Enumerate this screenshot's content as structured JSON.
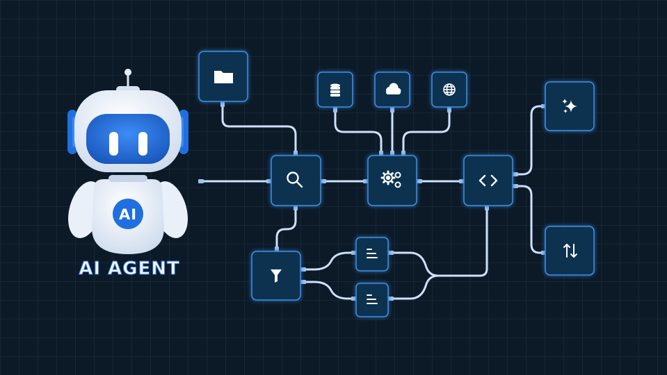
{
  "robot": {
    "badge_text": "AI",
    "caption": "AI AGENT"
  },
  "nodes": [
    {
      "id": "folder",
      "icon": "folder-icon"
    },
    {
      "id": "database",
      "icon": "database-icon"
    },
    {
      "id": "cloud",
      "icon": "cloud-icon"
    },
    {
      "id": "globe",
      "icon": "globe-icon"
    },
    {
      "id": "sparkle",
      "icon": "sparkle-icon"
    },
    {
      "id": "search",
      "icon": "search-icon"
    },
    {
      "id": "gears",
      "icon": "gears-icon"
    },
    {
      "id": "code",
      "icon": "code-brackets-icon"
    },
    {
      "id": "filter",
      "icon": "filter-icon"
    },
    {
      "id": "doc-top",
      "icon": "document-lines-icon"
    },
    {
      "id": "doc-bottom",
      "icon": "document-lines-icon"
    },
    {
      "id": "sort",
      "icon": "sort-arrows-icon"
    }
  ],
  "colors": {
    "background": "#0c1a27",
    "grid": "#1d3346",
    "node_fill": "#11304f",
    "node_border": "#3f8fe6",
    "connector": "#cfe0f8",
    "robot_blue": "#1f6fe0",
    "robot_white": "#eef4fc"
  }
}
